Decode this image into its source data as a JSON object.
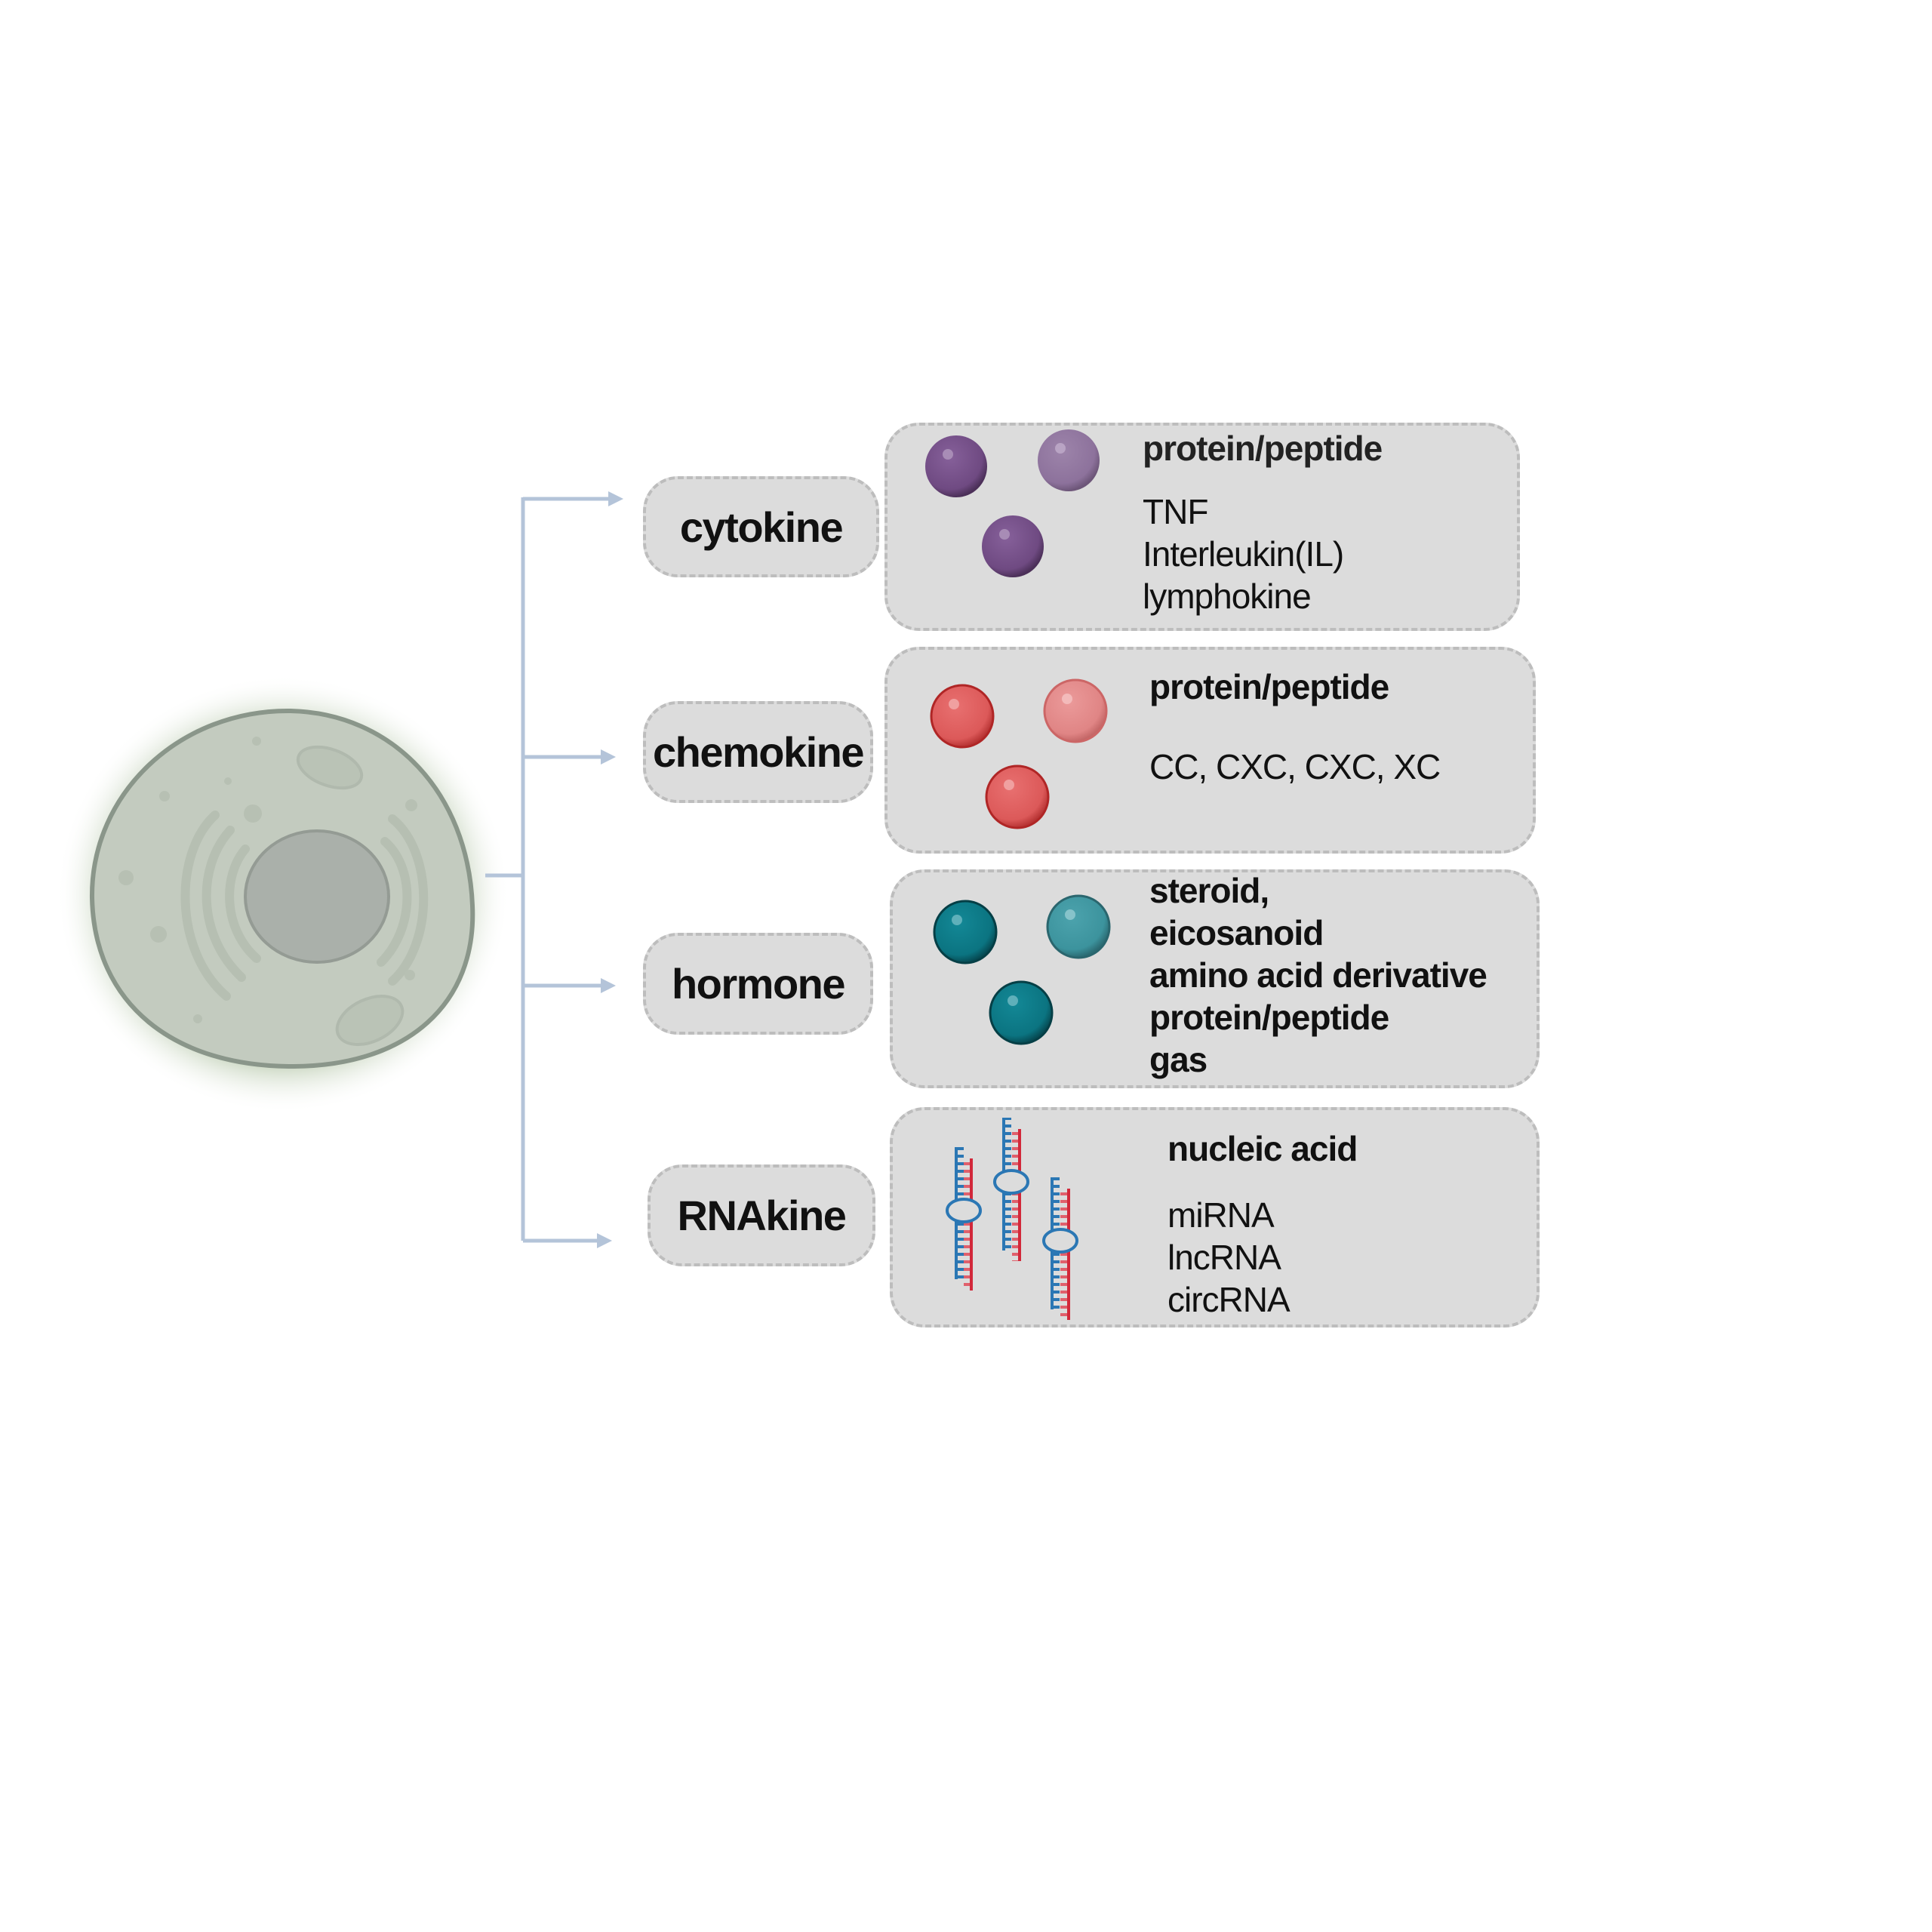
{
  "categories": [
    {
      "label": "cytokine",
      "heading": "protein/peptide",
      "items": [
        "TNF",
        "Interleukin(IL)",
        "lymphokine"
      ],
      "color": "#7a4f8a"
    },
    {
      "label": "chemokine",
      "heading": "protein/peptide",
      "items": [
        "CC, CXC, CXC, XC"
      ],
      "color": "#dd5d5d"
    },
    {
      "label": "hormone",
      "bold_items": [
        "steroid,",
        "eicosanoid",
        "amino acid derivative",
        "protein/peptide",
        "gas"
      ],
      "color": "#0e7a87"
    },
    {
      "label": "RNAkine",
      "heading": "nucleic acid",
      "items": [
        "miRNA",
        "lncRNA",
        "circRNA"
      ]
    }
  ],
  "colors": {
    "connector": "#b4c4d9",
    "box_fill": "#dcdcdc",
    "cell_fill": "#c3cbbf",
    "nucleus_fill": "#aab0aa",
    "rna_blue": "#2b77b4",
    "rna_red": "#d2283a"
  }
}
